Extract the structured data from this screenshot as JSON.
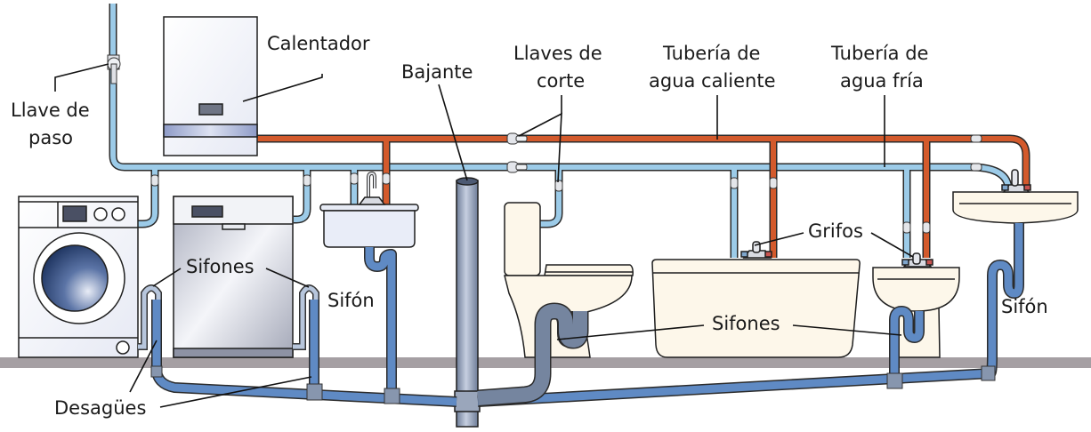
{
  "diagram": {
    "title": "Instalación de fontanería doméstica",
    "labels": {
      "llave_de_paso": [
        "Llave de",
        "paso"
      ],
      "calentador": "Calentador",
      "bajante": "Bajante",
      "llaves_de_corte": [
        "Llaves de",
        "corte"
      ],
      "tuberia_caliente": [
        "Tubería de",
        "agua caliente"
      ],
      "tuberia_fria": [
        "Tubería de",
        "agua fría"
      ],
      "grifos": "Grifos",
      "sifones_left": "Sifones",
      "sifon_sink": "Sifón",
      "sifones_center": "Sifones",
      "sifon_right": "Sifón",
      "desagues": "Desagües"
    },
    "colors": {
      "hot_pipe": "#d35a2c",
      "cold_pipe": "#9ccbe8",
      "drain_pipe": "#5f8ac4",
      "drain_fitting": "#8796ae",
      "floor": "#a59fa3",
      "ceramic": "#fdf7ea",
      "appliance": "#eef1f8"
    }
  }
}
